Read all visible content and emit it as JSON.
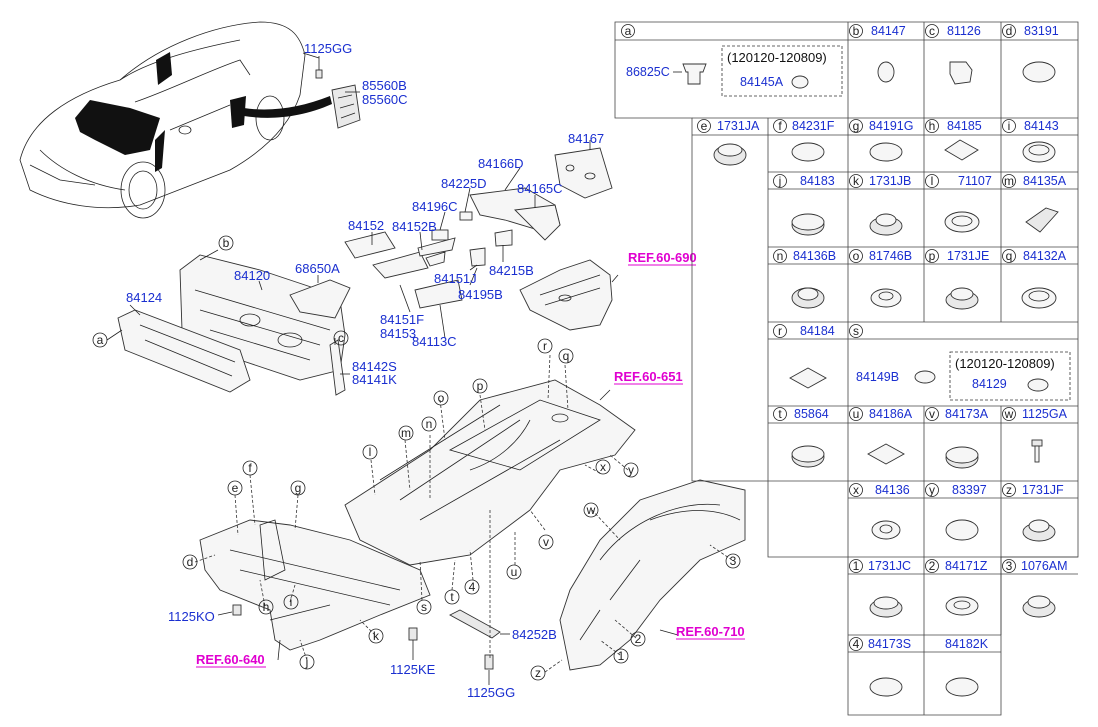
{
  "callouts": {
    "c1125GG_top": "1125GG",
    "c85560B": "85560B",
    "c85560C": "85560C",
    "c84167": "84167",
    "c84166D": "84166D",
    "c84225D": "84225D",
    "c84165C": "84165C",
    "c84196C": "84196C",
    "c84152": "84152",
    "c84152B": "84152B",
    "c84120": "84120",
    "c68650A": "68650A",
    "c84151J": "84151J",
    "c84215B": "84215B",
    "c84195B": "84195B",
    "c84124": "84124",
    "c84151F": "84151F",
    "c84153": "84153",
    "c84113C": "84113C",
    "c84142S": "84142S",
    "c84141K": "84141K",
    "c1125KO": "1125KO",
    "c1125KE": "1125KE",
    "c84252B": "84252B",
    "c1125GG_bot": "1125GG"
  },
  "refs": {
    "r690": "REF.60-690",
    "r651": "REF.60-651",
    "r640": "REF.60-640",
    "r710": "REF.60-710"
  },
  "letters": {
    "a": "a",
    "b": "b",
    "c": "c",
    "d": "d",
    "e": "e",
    "f": "f",
    "g": "g",
    "h": "h",
    "i": "i",
    "j": "j",
    "k": "k",
    "l": "l",
    "m": "m",
    "n": "n",
    "o": "o",
    "p": "p",
    "q": "q",
    "r": "r",
    "s": "s",
    "t": "t",
    "u": "u",
    "v": "v",
    "w": "w",
    "x": "x",
    "y": "y",
    "z": "z",
    "n1": "1",
    "n2": "2",
    "n3": "3",
    "n4": "4"
  },
  "table": {
    "a": {
      "letter": "a",
      "part1": "86825C",
      "range": "(120120-120809)",
      "part2": "84145A"
    },
    "b": {
      "letter": "b",
      "part": "84147"
    },
    "c": {
      "letter": "c",
      "part": "81126"
    },
    "d": {
      "letter": "d",
      "part": "83191"
    },
    "e": {
      "letter": "e",
      "part": "1731JA"
    },
    "f": {
      "letter": "f",
      "part": "84231F"
    },
    "g": {
      "letter": "g",
      "part": "84191G"
    },
    "h": {
      "letter": "h",
      "part": "84185"
    },
    "i": {
      "letter": "i",
      "part": "84143"
    },
    "j": {
      "letter": "j",
      "part": "84183"
    },
    "k": {
      "letter": "k",
      "part": "1731JB"
    },
    "l": {
      "letter": "l",
      "part": "71107"
    },
    "m": {
      "letter": "m",
      "part": "84135A"
    },
    "n": {
      "letter": "n",
      "part": "84136B"
    },
    "o": {
      "letter": "o",
      "part": "81746B"
    },
    "p": {
      "letter": "p",
      "part": "1731JE"
    },
    "q": {
      "letter": "q",
      "part": "84132A"
    },
    "r": {
      "letter": "r",
      "part": "84184"
    },
    "s": {
      "letter": "s",
      "part1": "84149B",
      "range": "(120120-120809)",
      "part2": "84129"
    },
    "t": {
      "letter": "t",
      "part": "85864"
    },
    "u": {
      "letter": "u",
      "part": "84186A"
    },
    "v": {
      "letter": "v",
      "part": "84173A"
    },
    "w": {
      "letter": "w",
      "part": "1125GA"
    },
    "x": {
      "letter": "x",
      "part": "84136"
    },
    "y": {
      "letter": "y",
      "part": "83397"
    },
    "z": {
      "letter": "z",
      "part": "1731JF"
    },
    "n1": {
      "letter": "1",
      "part": "1731JC"
    },
    "n2": {
      "letter": "2",
      "part": "84171Z"
    },
    "n3": {
      "letter": "3",
      "part": "1076AM"
    },
    "n4": {
      "letter": "4",
      "part": "84173S"
    },
    "n5": {
      "letter": "",
      "part": "84182K"
    }
  },
  "colors": {
    "part_number": "#1a2fd0",
    "reference": "#e000d0",
    "line": "#222222"
  }
}
